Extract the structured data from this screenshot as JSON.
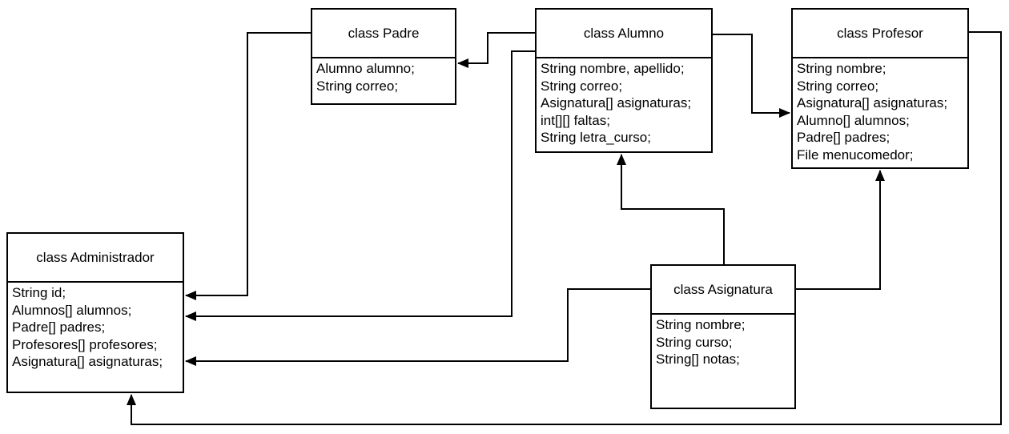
{
  "classes": [
    {
      "id": "padre",
      "name": "class Padre",
      "attributes": [
        "Alumno alumno;",
        "String correo;"
      ]
    },
    {
      "id": "alumno",
      "name": "class Alumno",
      "attributes": [
        "String nombre, apellido;",
        "String correo;",
        "Asignatura[] asignaturas;",
        "int[][] faltas;",
        "String letra_curso;"
      ]
    },
    {
      "id": "profesor",
      "name": "class Profesor",
      "attributes": [
        "String nombre;",
        "String correo;",
        "Asignatura[] asignaturas;",
        "Alumno[] alumnos;",
        "Padre[] padres;",
        "File menucomedor;"
      ]
    },
    {
      "id": "administrador",
      "name": "class Administrador",
      "attributes": [
        "String id;",
        "Alumnos[] alumnos;",
        "Padre[] padres;",
        "Profesores[] profesores;",
        "Asignatura[] asignaturas;"
      ]
    },
    {
      "id": "asignatura",
      "name": "class Asignatura",
      "attributes": [
        "String nombre;",
        "String curso;",
        "String[] notas;"
      ]
    }
  ],
  "relations": [
    {
      "from": "padre",
      "to": "administrador"
    },
    {
      "from": "alumno",
      "to": "padre"
    },
    {
      "from": "alumno",
      "to": "administrador"
    },
    {
      "from": "alumno",
      "to": "profesor"
    },
    {
      "from": "asignatura",
      "to": "alumno"
    },
    {
      "from": "asignatura",
      "to": "profesor"
    },
    {
      "from": "asignatura",
      "to": "administrador"
    },
    {
      "from": "profesor",
      "to": "administrador"
    }
  ],
  "colors": {
    "line": "#000000",
    "box_fill": "#ffffff",
    "text": "#000000"
  }
}
